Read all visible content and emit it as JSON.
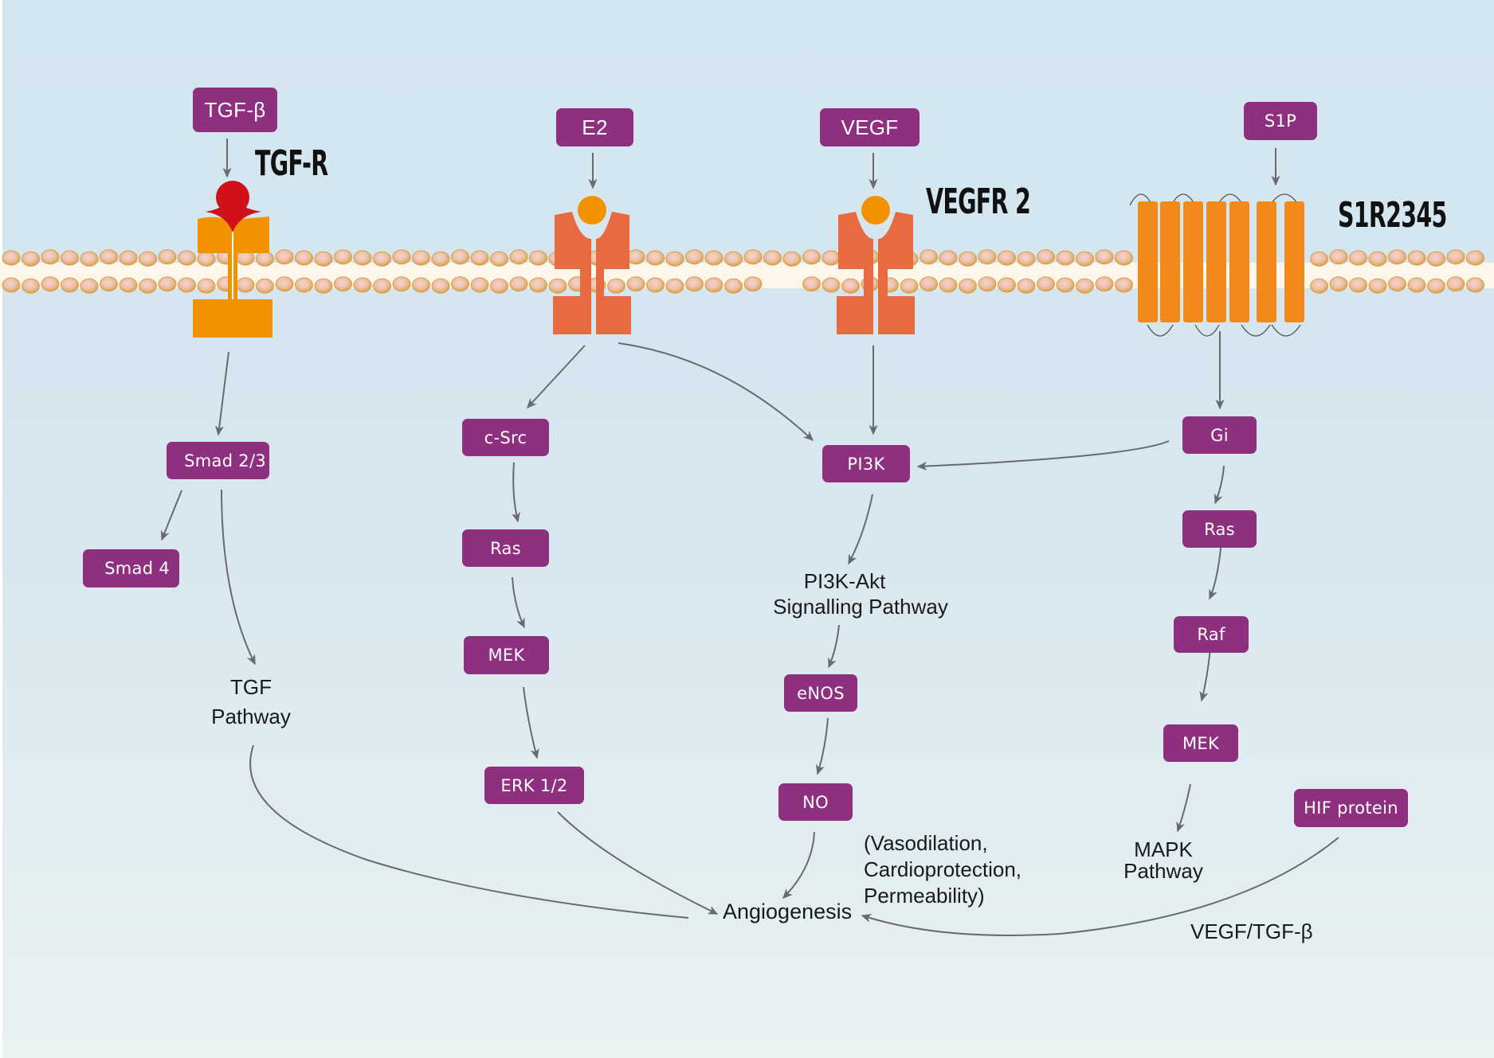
{
  "title": "Angiogenesis signalling pathways",
  "colors": {
    "node_fill": "#8e2f7f",
    "node_text": "#ffffff",
    "tgfr_receptor": "#f39200",
    "tgfr_ligand_cap": "#d0111b",
    "vegfr_receptor": "#e86a40",
    "receptor_ligand_ball": "#f39200",
    "s1r_receptor": "#f18a1a",
    "membrane_bead": "#e8b96a",
    "membrane_band": "#fdf6ea",
    "arrow": "#6a6a6e"
  },
  "receptors": {
    "tgfr": "TGF-R",
    "vegfr2": "VEGFR 2",
    "s1r": "S1R2345"
  },
  "ligands": {
    "tgfb": "TGF-β",
    "e2": "E2",
    "vegf": "VEGF",
    "s1p": "S1P"
  },
  "nodes": {
    "smad23": "Smad 2/3",
    "smad4": "Smad 4",
    "csrc": "c-Src",
    "ras_left": "Ras",
    "mek_left": "MEK",
    "erk": "ERK 1/2",
    "pi3k": "PI3K",
    "enos": "eNOS",
    "no": "NO",
    "gi": "Gi",
    "ras_right": "Ras",
    "raf": "Raf",
    "mek_right": "MEK",
    "hif": "HIF protein"
  },
  "labels": {
    "tgf_pathway_1": "TGF",
    "tgf_pathway_2": "Pathway",
    "pi3k_akt_1": "PI3K-Akt",
    "pi3k_akt_2": "Signalling Pathway",
    "mapk_1": "MAPK",
    "mapk_2": "Pathway",
    "effects_1": "(Vasodilation,",
    "effects_2": "Cardioprotection,",
    "effects_3": "Permeability)",
    "angiogenesis": "Angiogenesis",
    "vegf_tgfb": "VEGF/TGF-β"
  },
  "edges": [
    [
      "TGF-β",
      "TGF-R"
    ],
    [
      "E2",
      "E2 receptor"
    ],
    [
      "VEGF",
      "VEGFR 2"
    ],
    [
      "S1P",
      "S1R2345"
    ],
    [
      "TGF-R",
      "Smad 2/3"
    ],
    [
      "Smad 2/3",
      "Smad 4"
    ],
    [
      "Smad 2/3",
      "TGF Pathway"
    ],
    [
      "E2 receptor",
      "c-Src"
    ],
    [
      "E2 receptor",
      "PI3K"
    ],
    [
      "c-Src",
      "Ras"
    ],
    [
      "Ras",
      "MEK"
    ],
    [
      "MEK",
      "ERK 1/2"
    ],
    [
      "VEGFR 2",
      "PI3K"
    ],
    [
      "Gi",
      "PI3K"
    ],
    [
      "PI3K",
      "PI3K-Akt Signalling Pathway"
    ],
    [
      "PI3K-Akt Signalling Pathway",
      "eNOS"
    ],
    [
      "eNOS",
      "NO"
    ],
    [
      "NO",
      "Angiogenesis"
    ],
    [
      "S1R2345",
      "Gi"
    ],
    [
      "Gi",
      "Ras"
    ],
    [
      "Ras",
      "Raf"
    ],
    [
      "Raf",
      "MEK"
    ],
    [
      "MEK",
      "MAPK Pathway"
    ],
    [
      "TGF Pathway",
      "Angiogenesis"
    ],
    [
      "ERK 1/2",
      "Angiogenesis"
    ],
    [
      "HIF protein",
      "Angiogenesis"
    ]
  ]
}
